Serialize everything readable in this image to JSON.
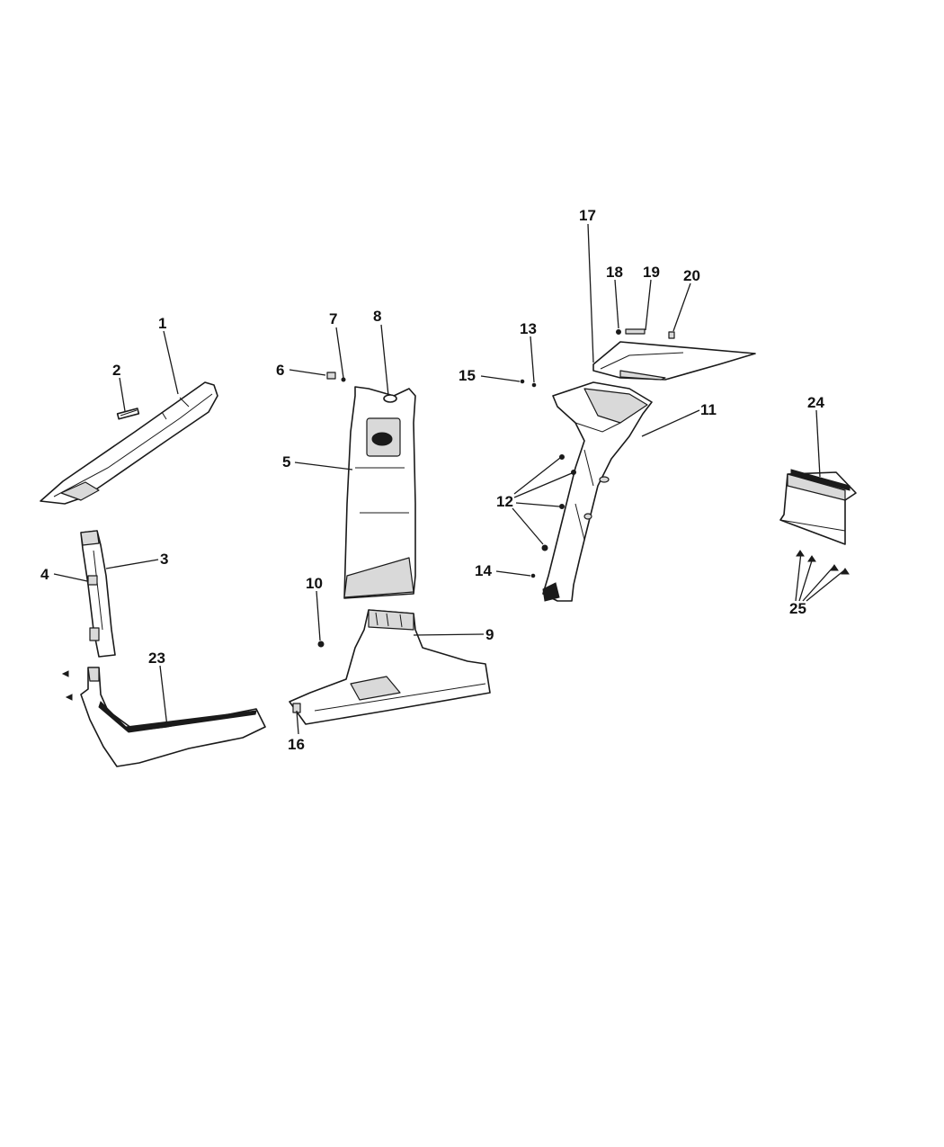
{
  "diagram": {
    "type": "exploded-parts-diagram",
    "background": "#ffffff",
    "line_color": "#1a1a1a",
    "callouts": [
      "1",
      "2",
      "3",
      "4",
      "5",
      "6",
      "7",
      "8",
      "9",
      "10",
      "11",
      "12",
      "13",
      "14",
      "15",
      "16",
      "17",
      "18",
      "19",
      "20",
      "23",
      "24",
      "25"
    ]
  }
}
